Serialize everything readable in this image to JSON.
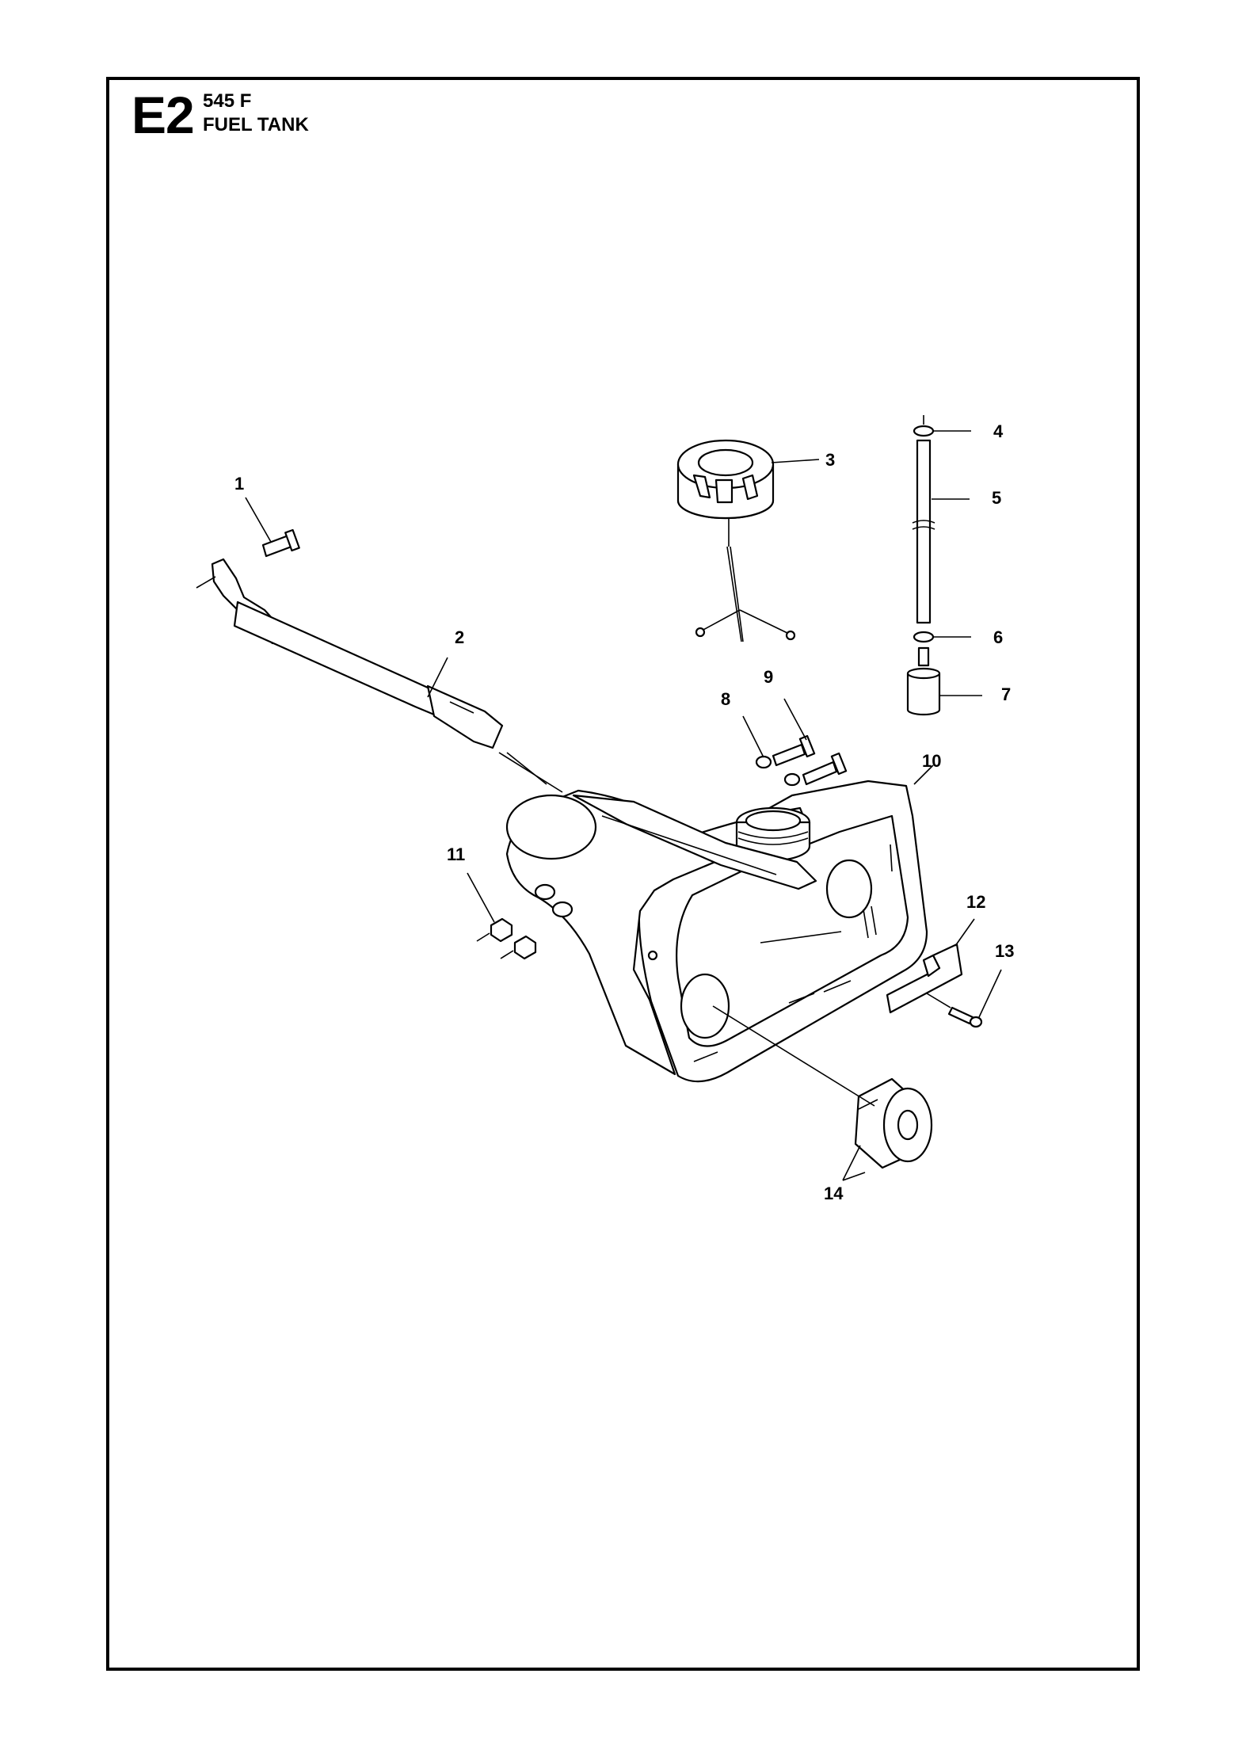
{
  "header": {
    "section_code": "E2",
    "model": "545 F",
    "title": "FUEL TANK"
  },
  "callouts": {
    "c1": "1",
    "c2": "2",
    "c3": "3",
    "c4": "4",
    "c5": "5",
    "c6": "6",
    "c7": "7",
    "c8": "8",
    "c9": "9",
    "c10": "10",
    "c11": "11",
    "c12": "12",
    "c13": "13",
    "c14": "14"
  }
}
